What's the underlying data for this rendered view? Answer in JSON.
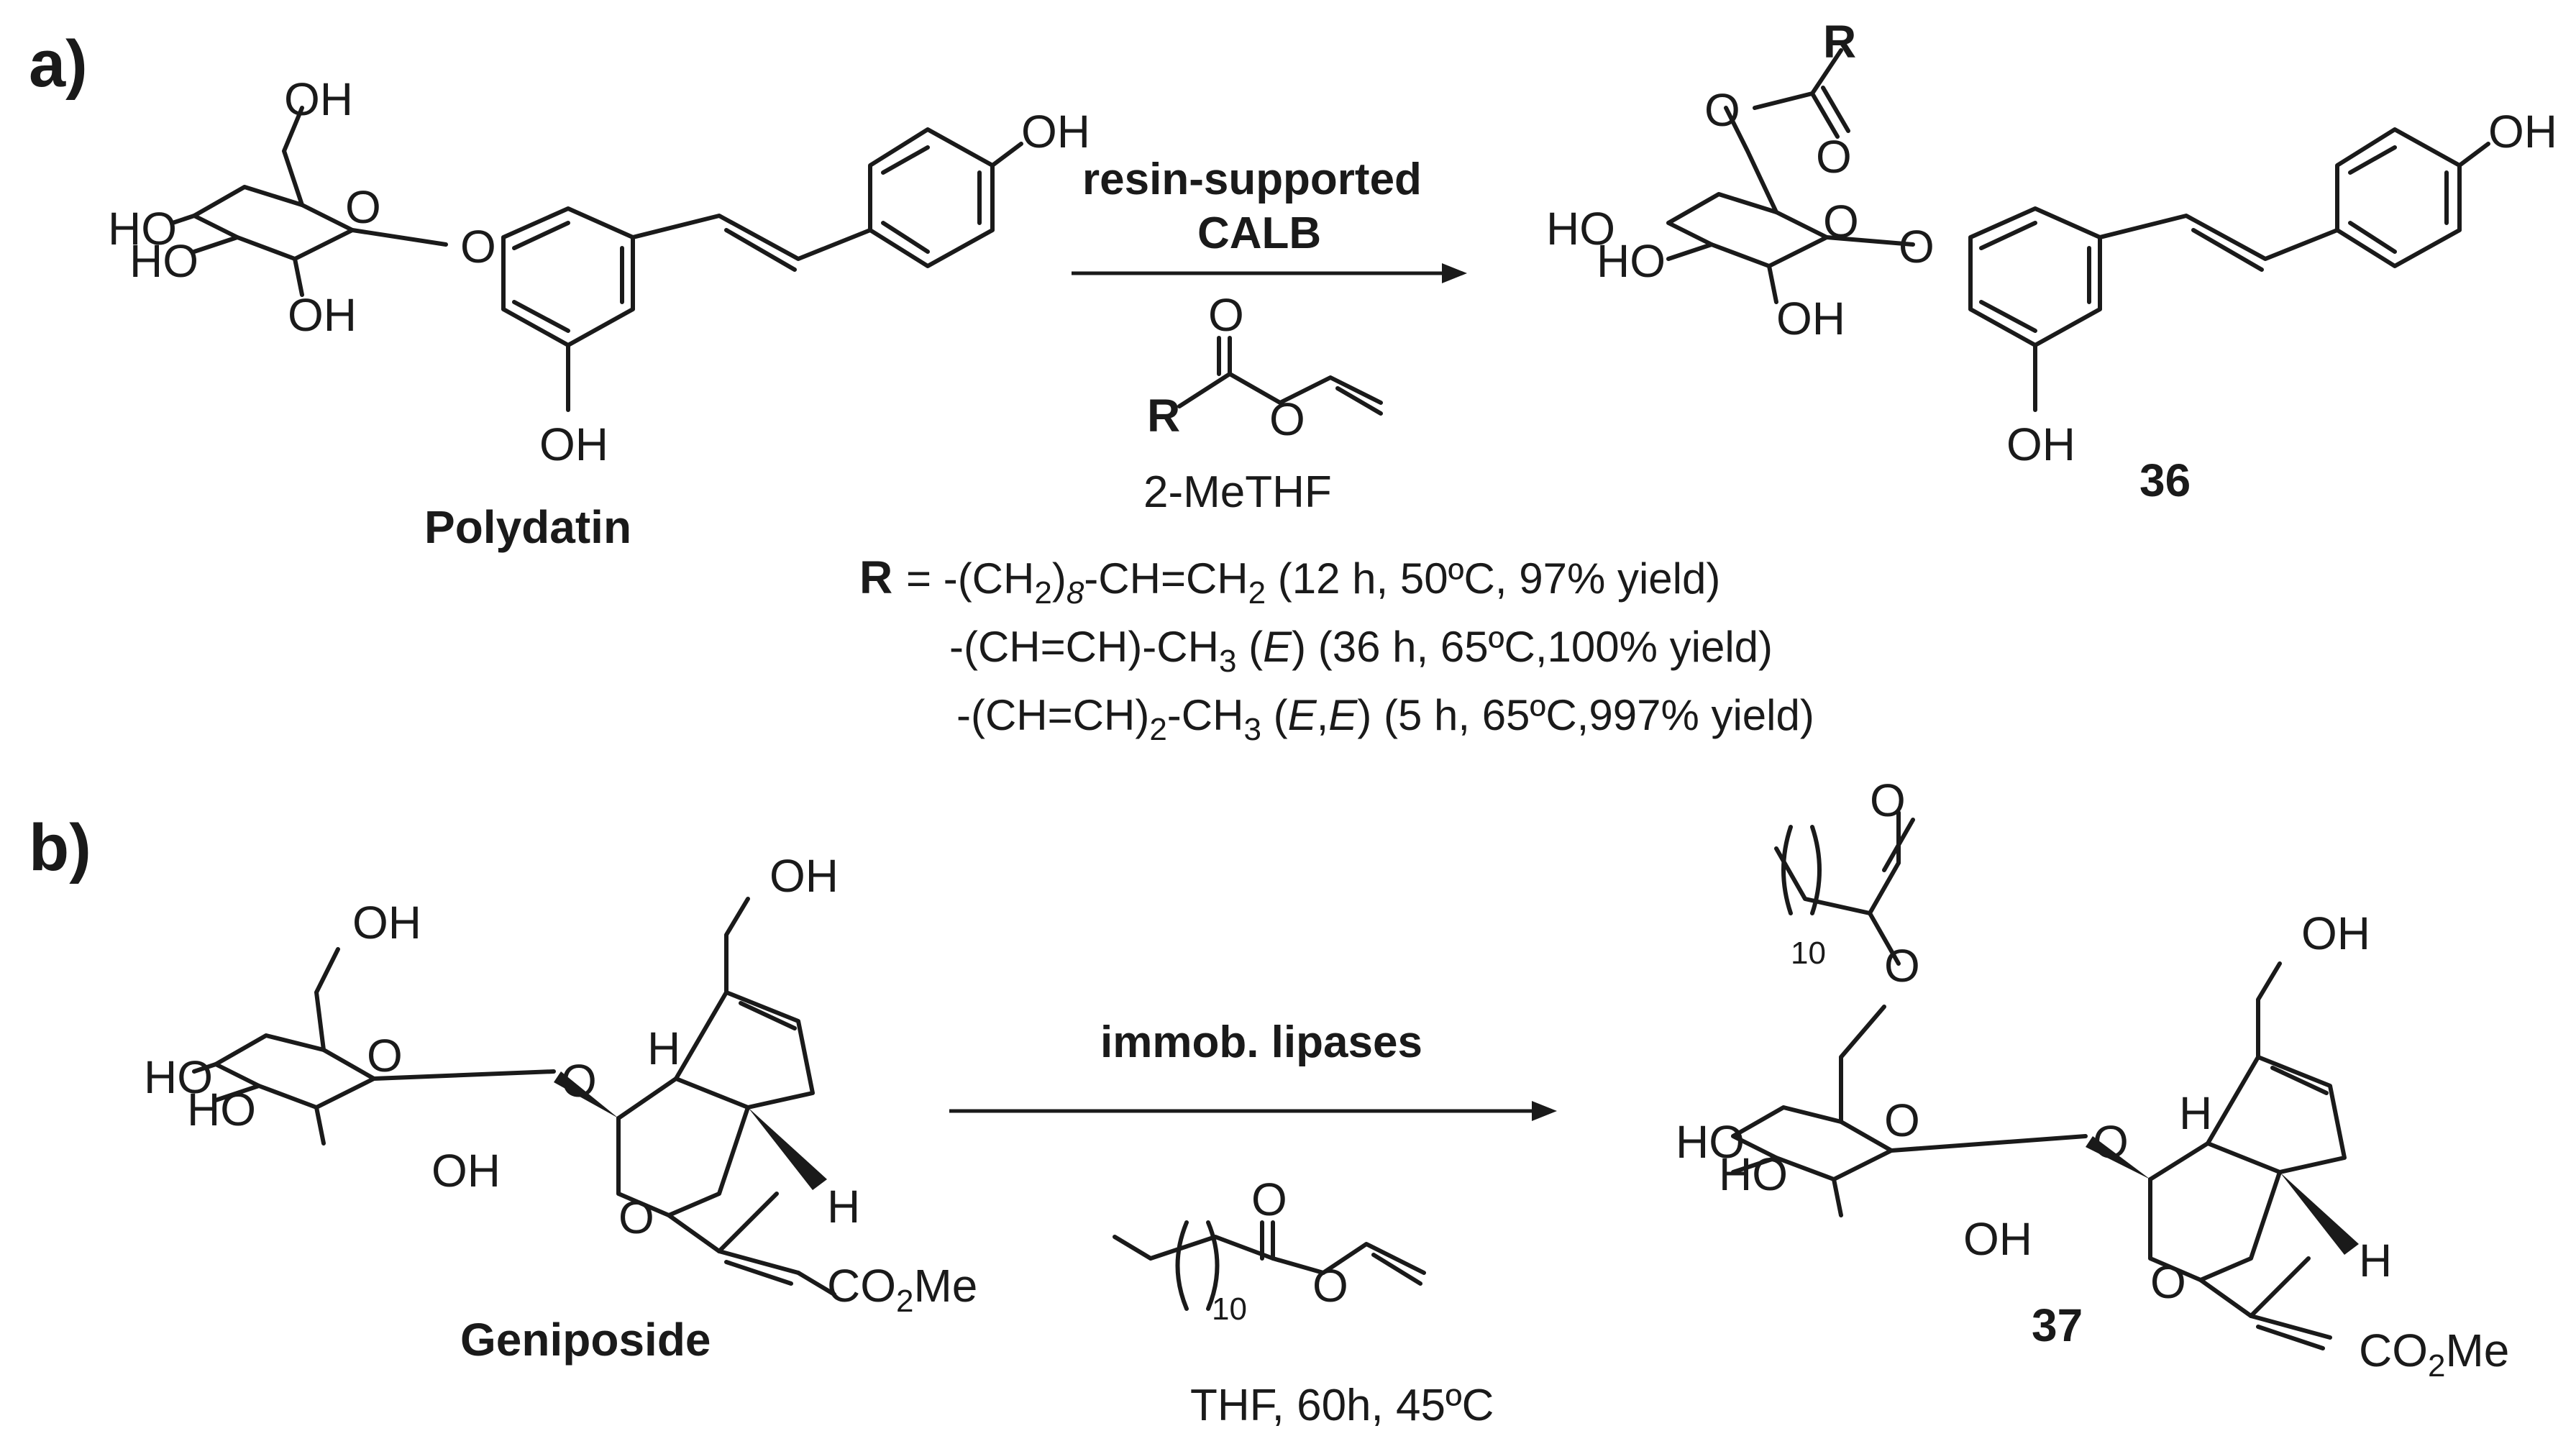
{
  "panel_a": {
    "label": "a)",
    "reactant_name": "Polydatin",
    "reagent_line1": "resin-supported",
    "reagent_line2": "CALB",
    "ester_R": "R",
    "solvent": "2-MeTHF",
    "product_number": "36",
    "product_R": "R",
    "r_header": "R",
    "r_options": [
      {
        "prefix": "= -(CH",
        "s1": "2",
        "s2": "8",
        "rest": "-CH=CH",
        "s3": "2",
        "cond": " (12 h, 50ºC, 97% yield)"
      },
      {
        "prefix": "-(CH=CH)-CH",
        "s1": "3",
        "open": " (",
        "italic": "E",
        "cond": ") (36 h, 65ºC,100% yield)"
      },
      {
        "prefix": "-(CH=CH)",
        "s1": "2",
        "mid": "-CH",
        "s2": "3",
        "open": " (",
        "italic1": "E",
        "comma": ",",
        "italic2": "E",
        "cond": ") (5 h, 65ºC,997% yield)"
      }
    ]
  },
  "panel_b": {
    "label": "b)",
    "reactant_name": "Geniposide",
    "reagent": "immob. lipases",
    "chain_count": "10",
    "conditions": "THF, 60h, 45ºC",
    "product_number": "37",
    "product_chain_count": "10"
  },
  "atoms": {
    "OH": "OH",
    "HO": "HO",
    "O": "O",
    "H": "H",
    "ester_CO2": "CO",
    "ester_sub": "2",
    "ester_Me": "Me"
  }
}
